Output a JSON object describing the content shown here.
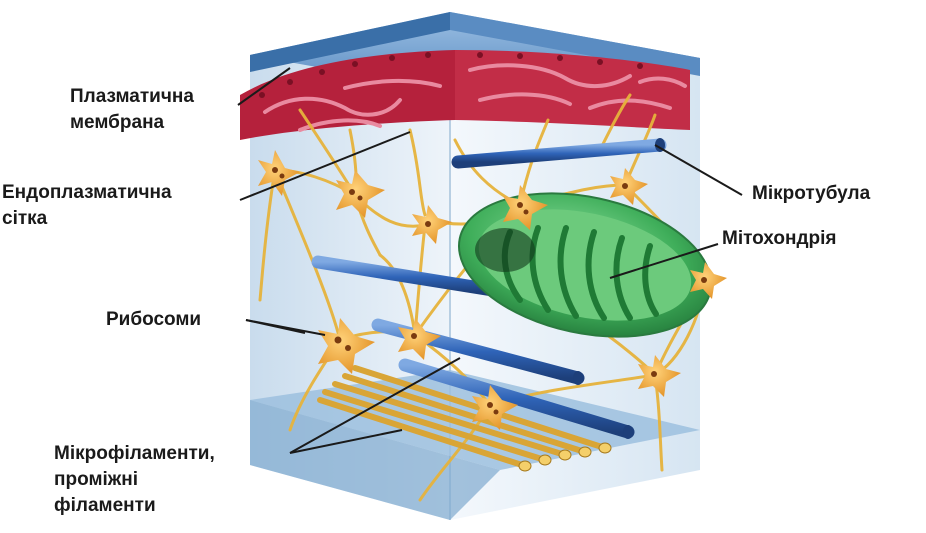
{
  "labels": {
    "plasma_membrane": [
      "Плазматична",
      "мембрана"
    ],
    "endoplasmic_reticulum": [
      "Ендоплазматична",
      "сітка"
    ],
    "ribosomes": [
      "Рибосоми"
    ],
    "microfilaments": [
      "Мікрофіламенти,",
      "проміжні",
      "філаменти"
    ],
    "microtubule": [
      "Мікротубула"
    ],
    "mitochondrion": [
      "Мітохондрія"
    ]
  },
  "colors": {
    "membrane_blue": "#6f9fce",
    "reticulum_red": "#b5213c",
    "microtubule_blue": "#2f64b8",
    "mitochondrion_green": "#3fae5a",
    "filament_yellow": "#e6b33c",
    "ribosome_orange": "#f0a531",
    "cytoplasm": "#e4eef6"
  }
}
